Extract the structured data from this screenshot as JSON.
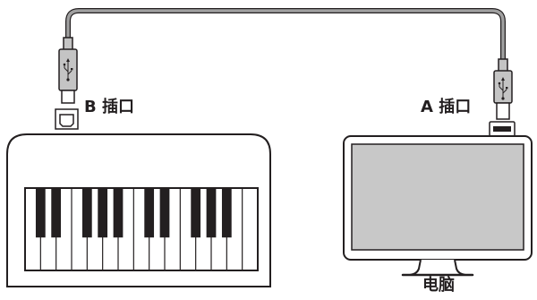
{
  "labels": {
    "port_b": "B 插口",
    "port_a": "A 插口",
    "computer": "电脑"
  },
  "icons": {
    "usb_symbol": "usb-trident-icon"
  },
  "colors": {
    "cable": "#9a9a9a",
    "outline": "#231f20",
    "screen": "#c8c8c8",
    "connector": "#c4c4c4"
  }
}
